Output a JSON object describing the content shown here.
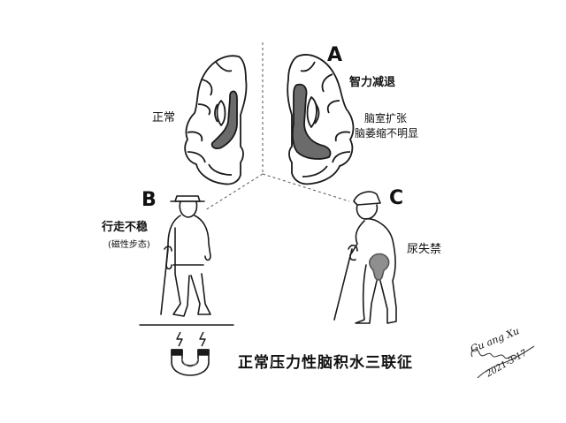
{
  "labels": {
    "normal": "正常",
    "A": "A",
    "dementia": "智力减退",
    "ventricle_line1": "脑室扩张",
    "ventricle_line2": "脑萎缩不明显",
    "B": "B",
    "gait": "行走不稳",
    "gait_note": "(磁性步态)",
    "C": "C",
    "incontinence": "尿失禁"
  },
  "title": "正常压力性脑积水三联征",
  "signature": {
    "name": "Gu ang Xu",
    "date": "2021-3-17"
  },
  "colors": {
    "line": "#1a1a1a",
    "ventricle_fill": "#6b6b6b",
    "bladder_fill": "#8f8f8f"
  },
  "icons": [
    "brain-coronal-icon",
    "elderly-man-cane-icon",
    "magnet-icon",
    "lightning-icon"
  ]
}
